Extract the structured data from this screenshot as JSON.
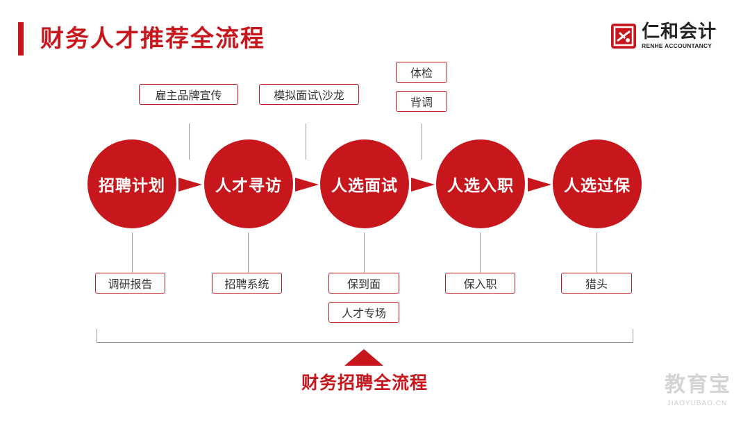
{
  "header": {
    "title": "财务人才推荐全流程"
  },
  "logo": {
    "name_cn": "仁和会计",
    "name_en": "RENHE ACCOUNTANCY",
    "accent": "#c8161d"
  },
  "flow": {
    "steps": [
      {
        "label": "招聘计划",
        "above": [],
        "below": [
          "调研报告"
        ]
      },
      {
        "label": "人才寻访",
        "above": [
          "雇主品牌宣传"
        ],
        "below": [
          "招聘系统"
        ]
      },
      {
        "label": "人选面试",
        "above": [
          "模拟面试\\沙龙"
        ],
        "below": [
          "保到面",
          "人才专场"
        ]
      },
      {
        "label": "人选入职",
        "above": [
          "体检",
          "背调"
        ],
        "below": [
          "保入职"
        ]
      },
      {
        "label": "人选过保",
        "above": [],
        "below": [
          "猎头"
        ]
      }
    ],
    "summary": "财务招聘全流程"
  },
  "watermark": {
    "text": "教育宝",
    "sub": "JIAOYUBAO.CN"
  },
  "colors": {
    "primary": "#c8161d",
    "line": "#9a9a9a",
    "text": "#333333"
  }
}
